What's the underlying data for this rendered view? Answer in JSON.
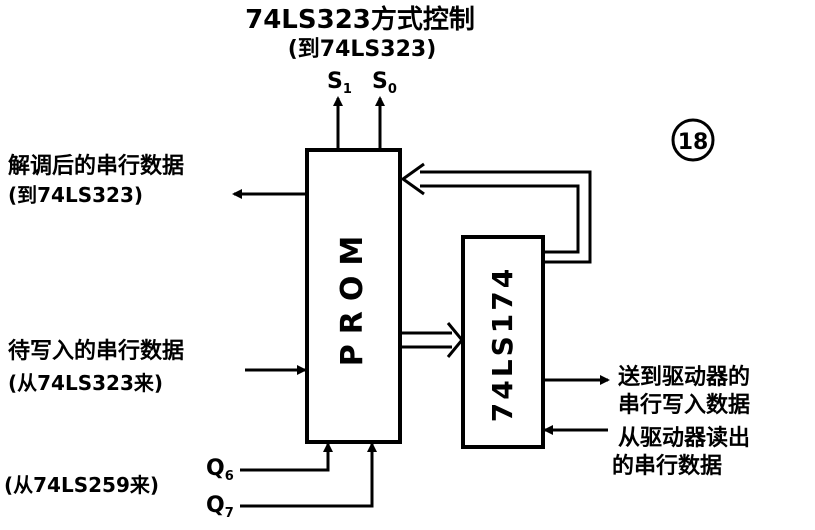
{
  "title": {
    "line1": "74LS323方式控制",
    "line2": "(到74LS323)"
  },
  "outputs": {
    "s1": "S",
    "s1_sub": "1",
    "s0": "S",
    "s0_sub": "0"
  },
  "left_labels": {
    "decoded_line1": "解调后的串行数据",
    "decoded_line2": "(到74LS323)",
    "write_line1": "待写入的串行数据",
    "write_line2": "(从74LS323来)",
    "from_259": "(从74LS259来)"
  },
  "inputs": {
    "q6": "Q",
    "q6_sub": "6",
    "q7": "Q",
    "q7_sub": "7"
  },
  "blocks": {
    "prom": "PROM",
    "latch": "74LS174"
  },
  "right_labels": {
    "to_drive_line1": "送到驱动器的",
    "to_drive_line2": "串行写入数据",
    "from_drive_line1": "从驱动器读出",
    "from_drive_line2": "的串行数据"
  },
  "badge": "18",
  "colors": {
    "ink": "#000000",
    "paper": "#ffffff"
  }
}
